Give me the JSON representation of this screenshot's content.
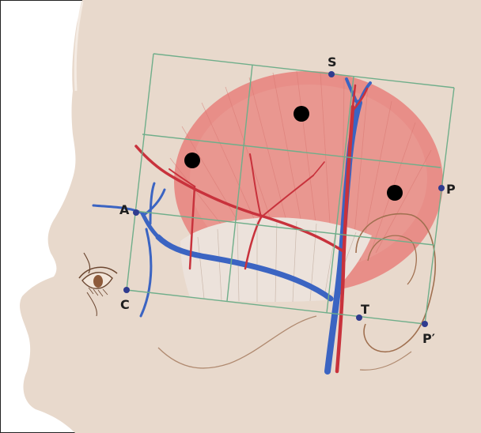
{
  "labels": {
    "S": "S",
    "P": "P",
    "A": "A",
    "C": "C",
    "T": "T",
    "P_prime": "P′"
  },
  "colors": {
    "skin": "#e8d9cc",
    "muscle": "#e88e88",
    "tendon": "#ece2db",
    "artery": "#c8323c",
    "vein": "#3b64c2",
    "grid": "#6fae8a",
    "point": "#2f3b8f",
    "ear_outline": "#a07050",
    "dot": "#000000"
  }
}
